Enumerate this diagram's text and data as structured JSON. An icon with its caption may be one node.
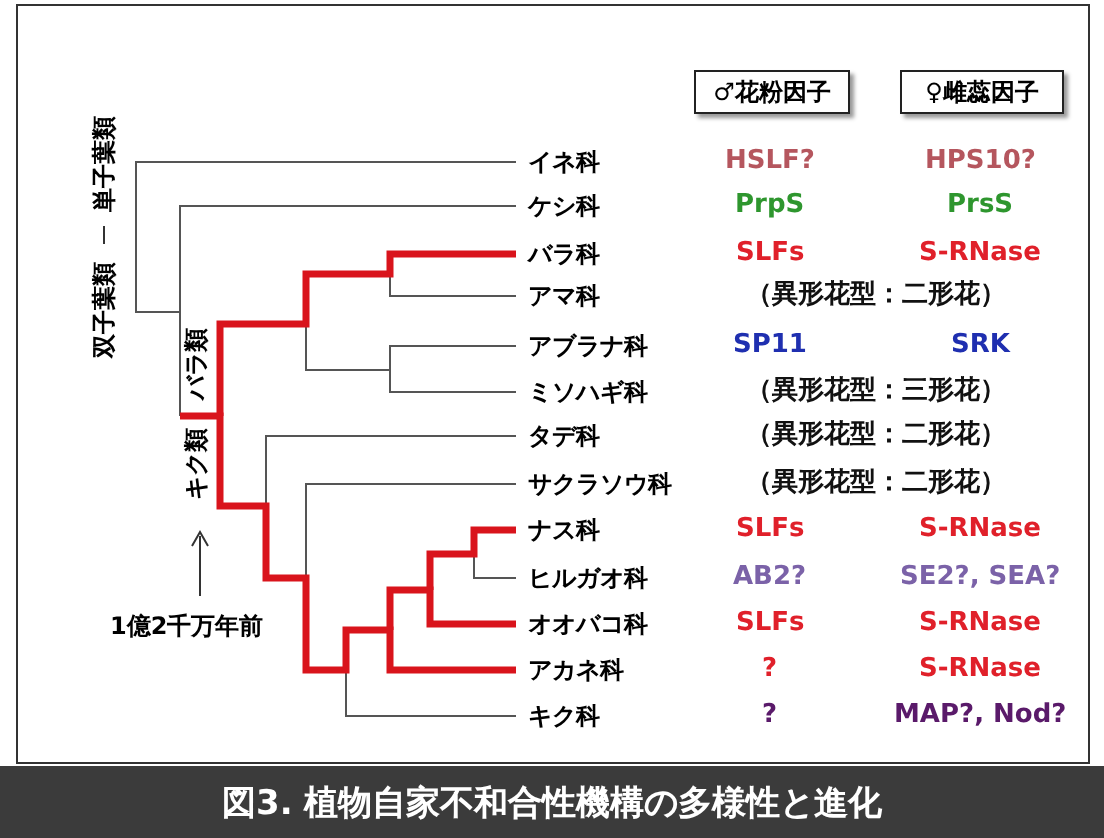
{
  "diagram": {
    "caption": "図3. 植物自家不和合性機構の多様性と進化",
    "nodes": [
      {
        "text": [
          "♂花粉因子"
        ]
      },
      {
        "text": [
          "♀雌蕊因子"
        ]
      }
    ],
    "labels": [
      "単子葉類",
      "双子葉類",
      "バラ類",
      "キク類",
      "1億2千万年前",
      "イネ科",
      "HSLF?",
      "HPS10?",
      "ケシ科",
      "PrpS",
      "PrsS",
      "バラ科",
      "SLFs",
      "S-RNase",
      "アマ科",
      "（異形花型：二形花）",
      "アブラナ科",
      "SP11",
      "SRK",
      "ミソハギ科",
      "（異形花型：三形花）",
      "タデ科",
      "（異形花型：二形花）",
      "サクラソウ科",
      "（異形花型：二形花）",
      "ナス科",
      "SLFs",
      "S-RNase",
      "ヒルガオ科",
      "AB2?",
      "SE2?, SEA?",
      "オオバコ科",
      "SLFs",
      "S-RNase",
      "アカネ科",
      "?",
      "S-RNase",
      "キク科",
      "?",
      "MAP?, Nod?"
    ]
  }
}
